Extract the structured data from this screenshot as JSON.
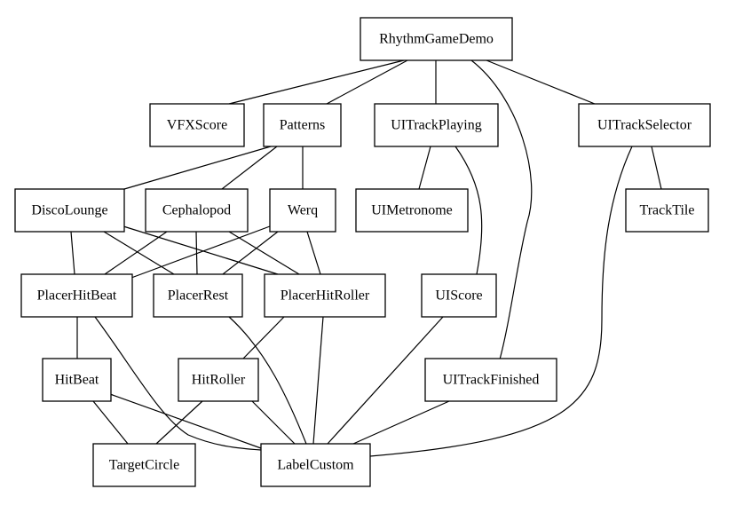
{
  "nodes": [
    {
      "id": "rhythmgamedemo",
      "label": "RhythmGameDemo"
    },
    {
      "id": "vfxscore",
      "label": "VFXScore"
    },
    {
      "id": "patterns",
      "label": "Patterns"
    },
    {
      "id": "uitrackplaying",
      "label": "UITrackPlaying"
    },
    {
      "id": "uitrackselector",
      "label": "UITrackSelector"
    },
    {
      "id": "discolounge",
      "label": "DiscoLounge"
    },
    {
      "id": "cephalopod",
      "label": "Cephalopod"
    },
    {
      "id": "werq",
      "label": "Werq"
    },
    {
      "id": "uimetronome",
      "label": "UIMetronome"
    },
    {
      "id": "tracktile",
      "label": "TrackTile"
    },
    {
      "id": "placerhitbeat",
      "label": "PlacerHitBeat"
    },
    {
      "id": "placerrest",
      "label": "PlacerRest"
    },
    {
      "id": "placerhitroller",
      "label": "PlacerHitRoller"
    },
    {
      "id": "uiscore",
      "label": "UIScore"
    },
    {
      "id": "hitbeat",
      "label": "HitBeat"
    },
    {
      "id": "hitroller",
      "label": "HitRoller"
    },
    {
      "id": "uitrackfinished",
      "label": "UITrackFinished"
    },
    {
      "id": "targetcircle",
      "label": "TargetCircle"
    },
    {
      "id": "labelcustom",
      "label": "LabelCustom"
    }
  ],
  "edges": [
    [
      "rhythmgamedemo",
      "vfxscore"
    ],
    [
      "rhythmgamedemo",
      "patterns"
    ],
    [
      "rhythmgamedemo",
      "uitrackplaying"
    ],
    [
      "rhythmgamedemo",
      "uitrackselector"
    ],
    [
      "rhythmgamedemo",
      "uitrackfinished"
    ],
    [
      "patterns",
      "discolounge"
    ],
    [
      "patterns",
      "cephalopod"
    ],
    [
      "patterns",
      "werq"
    ],
    [
      "uitrackplaying",
      "uimetronome"
    ],
    [
      "uitrackplaying",
      "uiscore"
    ],
    [
      "uitrackselector",
      "tracktile"
    ],
    [
      "uitrackselector",
      "labelcustom"
    ],
    [
      "discolounge",
      "placerhitbeat"
    ],
    [
      "discolounge",
      "placerrest"
    ],
    [
      "discolounge",
      "placerhitroller"
    ],
    [
      "cephalopod",
      "placerhitbeat"
    ],
    [
      "cephalopod",
      "placerrest"
    ],
    [
      "cephalopod",
      "placerhitroller"
    ],
    [
      "werq",
      "placerhitbeat"
    ],
    [
      "werq",
      "placerrest"
    ],
    [
      "werq",
      "placerhitroller"
    ],
    [
      "placerhitbeat",
      "hitbeat"
    ],
    [
      "placerhitbeat",
      "labelcustom"
    ],
    [
      "placerrest",
      "labelcustom"
    ],
    [
      "placerhitroller",
      "hitroller"
    ],
    [
      "placerhitroller",
      "labelcustom"
    ],
    [
      "uiscore",
      "labelcustom"
    ],
    [
      "hitbeat",
      "targetcircle"
    ],
    [
      "hitbeat",
      "labelcustom"
    ],
    [
      "hitroller",
      "targetcircle"
    ],
    [
      "hitroller",
      "labelcustom"
    ],
    [
      "uitrackfinished",
      "labelcustom"
    ]
  ]
}
